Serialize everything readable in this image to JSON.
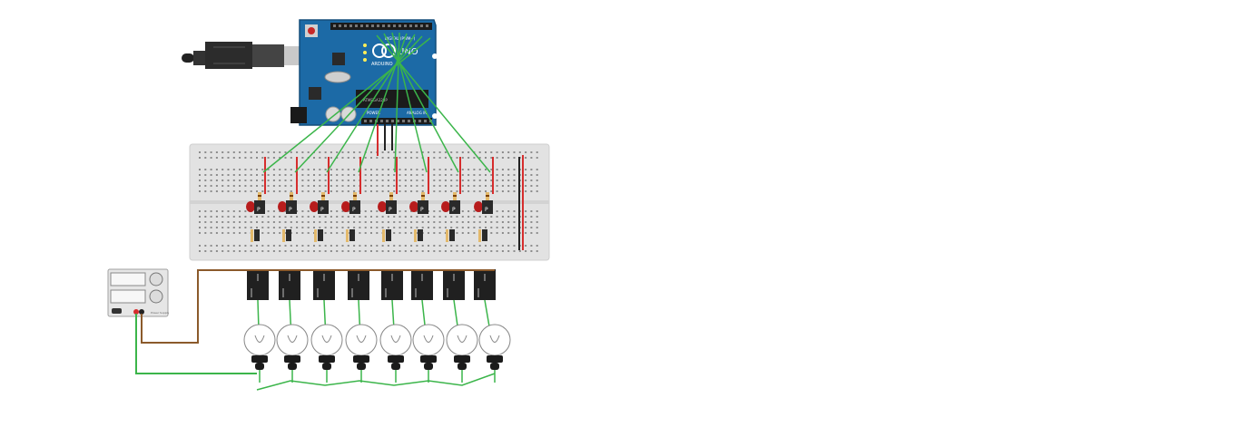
{
  "arduino": {
    "brand": "ARDUINO",
    "model": "UNO",
    "digital_label": "DIGITAL (PWM~)",
    "power_label": "POWER",
    "analog_label": "ANALOG IN",
    "ic_label": "ATMEGA328P",
    "board_color": "#1c6aa6"
  },
  "breadboard": {
    "color": "#e2e2e2",
    "rail_red": "#d62d2d",
    "rail_black": "#222222"
  },
  "transistor": {
    "label": "P"
  },
  "supply": {
    "label": "Power Supply"
  },
  "relays": {
    "count": 8
  },
  "bulbs": {
    "count": 8
  },
  "wire_colors": {
    "signal": "#3bb54a",
    "power": "#d62d2d",
    "ground": "#222222",
    "supply": "#8b5a2b"
  },
  "icons": [
    "usb-cable-icon",
    "arduino-board-icon",
    "breadboard-icon",
    "transistor-icon",
    "led-icon",
    "resistor-icon",
    "relay-icon",
    "bulb-icon",
    "power-supply-icon"
  ]
}
